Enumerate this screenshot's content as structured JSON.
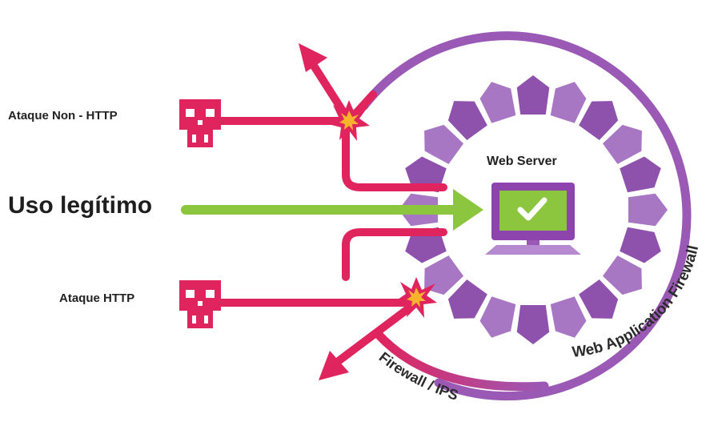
{
  "labels": {
    "attack_non_http": "Ataque Non - HTTP",
    "legit_use": "Uso legítimo",
    "attack_http": "Ataque HTTP",
    "web_server": "Web Server",
    "waf": "Web Application Firewall",
    "firewall_ips": "Firewall / IPS"
  },
  "colors": {
    "attack": "#e0245e",
    "legit": "#8cc63f",
    "waf_ring": "#9b59b6",
    "firewall_arc": "#9b3fa3",
    "star": "#f7b32b",
    "monitor": "#8e44ad",
    "screen": "#8cc63f"
  },
  "icons": {
    "attacker": "skull-icon",
    "blocked": "explosion-star-icon",
    "server": "monitor-check-icon"
  }
}
